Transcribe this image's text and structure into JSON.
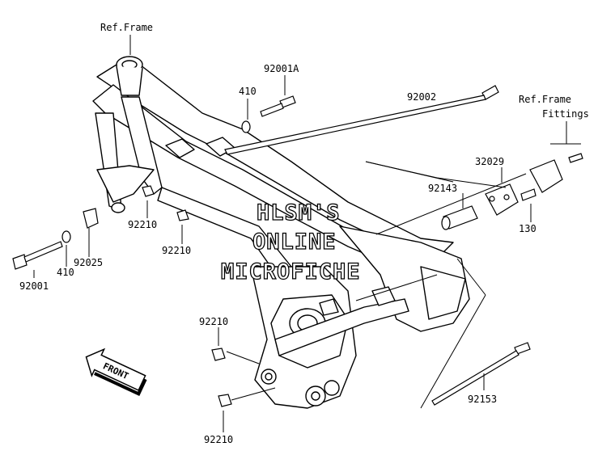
{
  "labels": {
    "ref_frame": "Ref.Frame",
    "ref_frame_fittings_1": "Ref.Frame",
    "ref_frame_fittings_2": "Fittings",
    "p92001A": "92001A",
    "p410_top": "410",
    "p92002": "92002",
    "p32029": "32029",
    "p92143": "92143",
    "p130": "130",
    "p92210_a": "92210",
    "p92210_b": "92210",
    "p92025": "92025",
    "p410_left": "410",
    "p92001": "92001",
    "p92210_c": "92210",
    "p92210_d": "92210",
    "p92153": "92153",
    "front": "FRONT"
  },
  "watermark": {
    "line1": "HLSM'S",
    "line2": "ONLINE",
    "line3": "MICROFICHE"
  }
}
